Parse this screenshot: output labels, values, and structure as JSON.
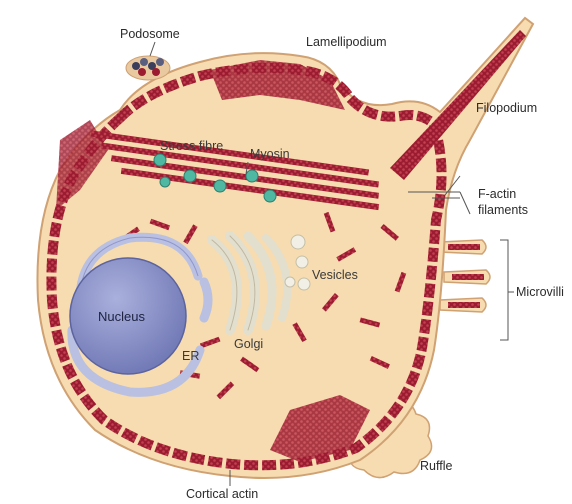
{
  "labels": {
    "podosome": "Podosome",
    "lamellipodium": "Lamellipodium",
    "filopodium": "Filopodium",
    "stress_fibre": "Stress fibre",
    "myosin": "Myosin",
    "f_actin": "F-actin",
    "filaments": "filaments",
    "vesicles": "Vesicles",
    "microvilli": "Microvilli",
    "nucleus": "Nucleus",
    "er": "ER",
    "golgi": "Golgi",
    "ruffle": "Ruffle",
    "cortical_actin": "Cortical actin"
  },
  "colors": {
    "cytoplasm": "#f6dcb0",
    "membrane": "#cfa173",
    "actin": "#9b1b30",
    "nucleus": "#8f96cc",
    "er": "#b9c0e2",
    "golgi": "#e2dfcf",
    "myosin": "#4fb8a3",
    "podosome": "#3b3f5c"
  }
}
